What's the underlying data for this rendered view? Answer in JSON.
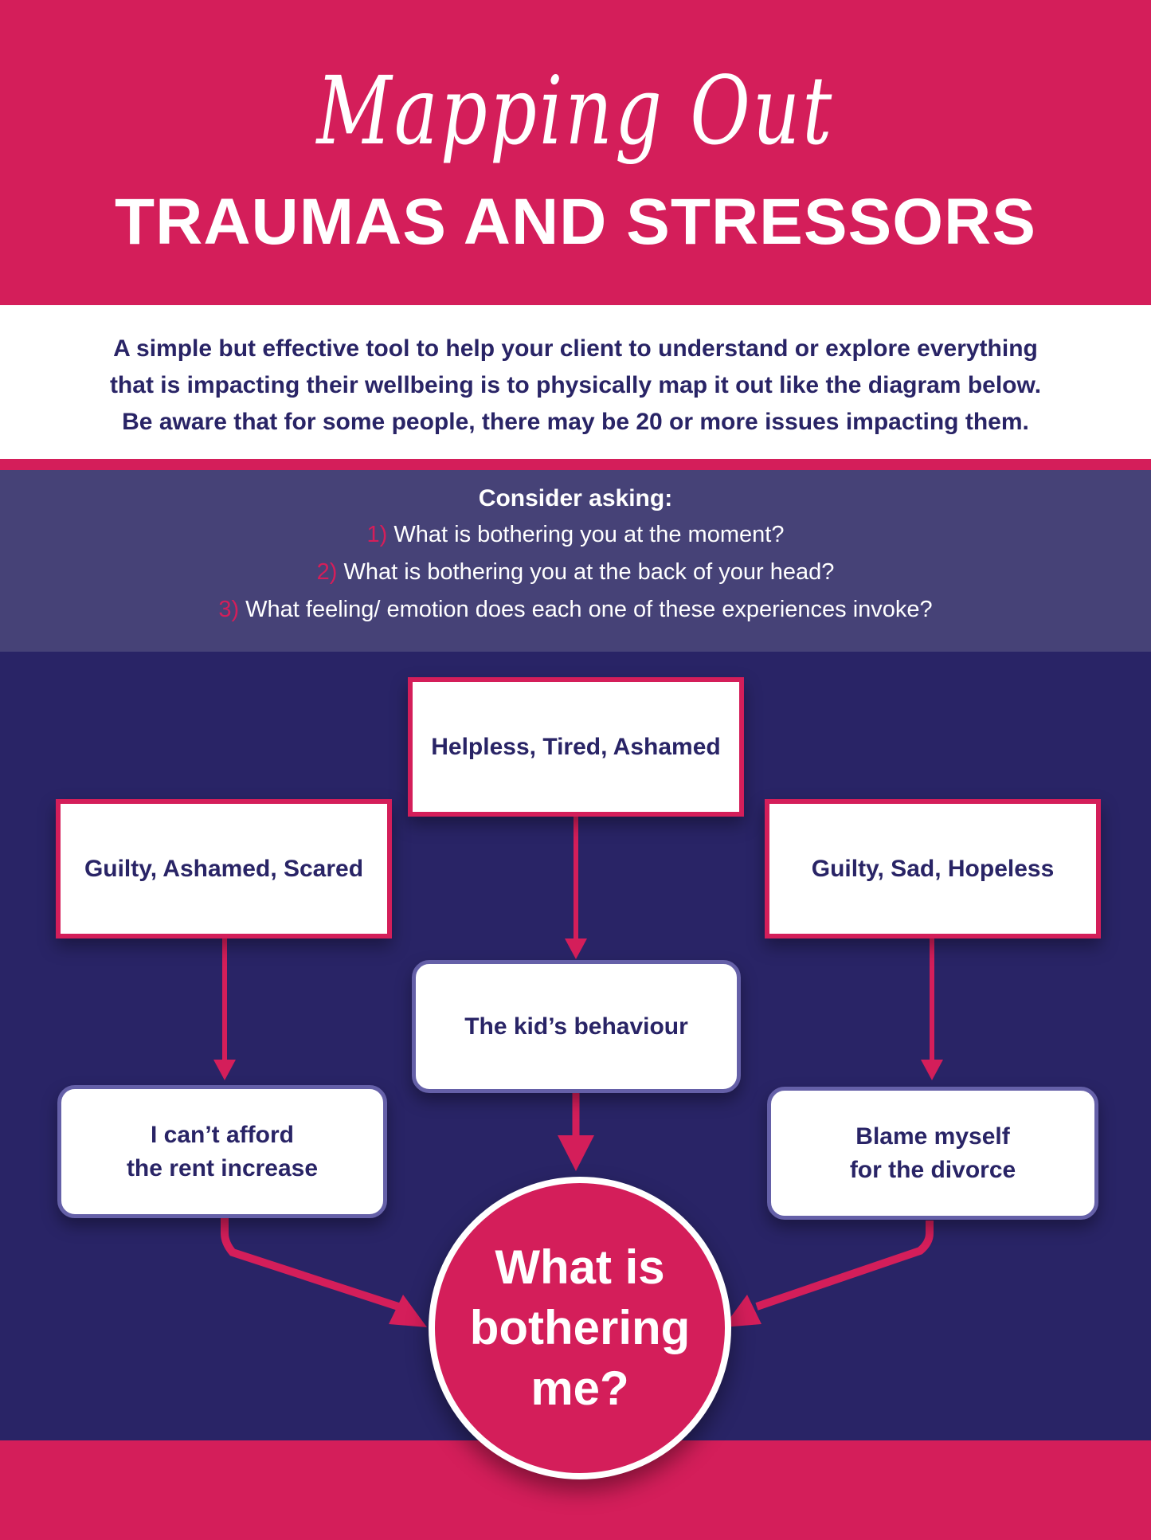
{
  "header": {
    "script_title": "Mapping Out",
    "main_title": "TRAUMAS AND STRESSORS"
  },
  "intro": {
    "lines": [
      "A simple but effective tool to help your client to understand or explore everything",
      "that is impacting their wellbeing is to physically map it out like the diagram below.",
      "Be aware that for some people, there may be 20 or more issues impacting them."
    ]
  },
  "questions": {
    "heading": "Consider asking:",
    "items": [
      {
        "num": "1)",
        "text": " What is bothering you at the moment?"
      },
      {
        "num": "2)",
        "text": " What is bothering you at the back of your head?"
      },
      {
        "num": "3)",
        "text": " What feeling/ emotion does each one of these experiences invoke?"
      }
    ]
  },
  "diagram": {
    "emotions": {
      "left": "Guilty, Ashamed, Scared",
      "center": "Helpless, Tired, Ashamed",
      "right": "Guilty, Sad, Hopeless"
    },
    "stressors": {
      "left": [
        "I can’t afford",
        "the rent increase"
      ],
      "center": "The kid’s behaviour",
      "right": [
        "Blame myself",
        "for the divorce"
      ]
    },
    "center_node": [
      "What is",
      "bothering",
      "me?"
    ]
  },
  "colors": {
    "pink": "#d41e5a",
    "navy": "#292466",
    "slate": "#464277",
    "box_border": "#6560a8",
    "white": "#ffffff"
  }
}
